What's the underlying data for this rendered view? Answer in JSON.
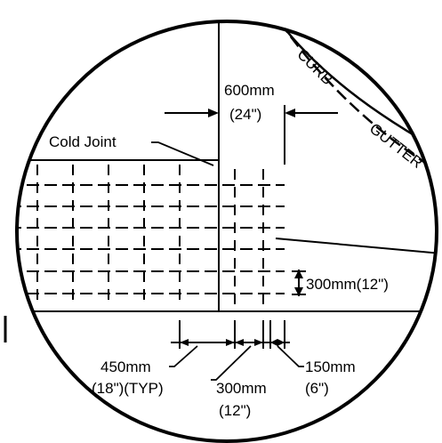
{
  "detail": {
    "labels": {
      "curb": "CURB",
      "gutter": "GUTTER",
      "cold_joint": "Cold Joint",
      "top_dim_metric": "600mm",
      "top_dim_imperial": "(24\")",
      "right_dim": "300mm(12\")",
      "bottom_left_metric": "450mm",
      "bottom_left_imperial": "(18\")(TYP)",
      "bottom_mid_metric": "300mm",
      "bottom_mid_imperial": "(12\")",
      "bottom_right_metric": "150mm",
      "bottom_right_imperial": "(6\")"
    }
  }
}
